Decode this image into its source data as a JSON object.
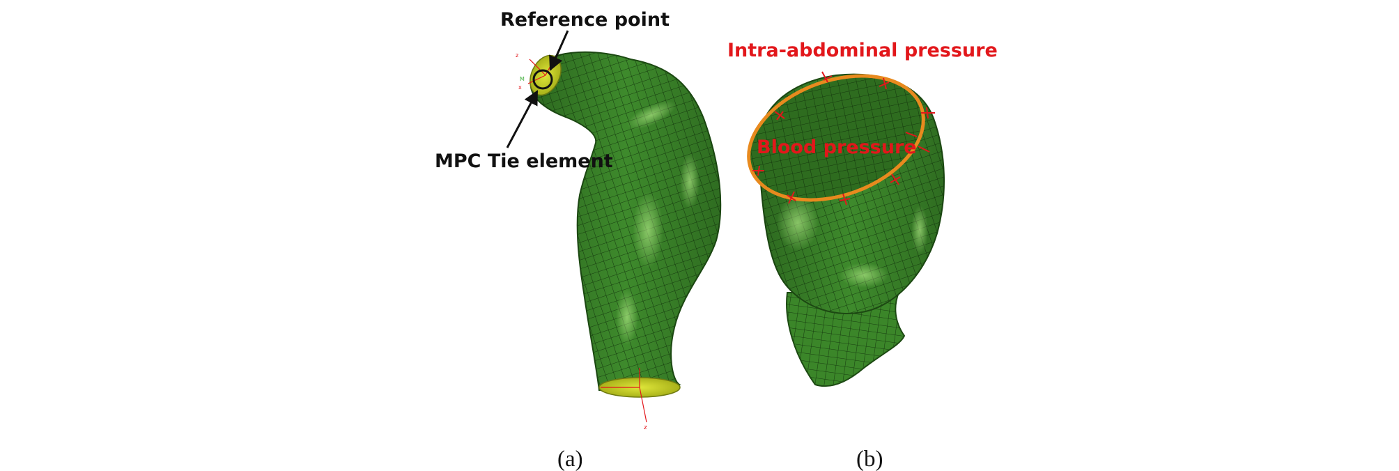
{
  "panel_a": {
    "reference_point_label": "Reference point",
    "mpc_tie_label": "MPC Tie element",
    "caption": "(a)"
  },
  "panel_b": {
    "intra_abdominal_label": "Intra-abdominal pressure",
    "blood_pressure_label": "Blood pressure",
    "caption": "(b)"
  },
  "colors": {
    "mesh_green": "#3e8a2c",
    "mesh_highlight": "#5aa845",
    "mesh_lines": "#173d10",
    "annotation_red": "#e2171b",
    "rim_orange": "#e88a1e",
    "cap_yellow": "#c8d21e",
    "text_black": "#111111"
  }
}
